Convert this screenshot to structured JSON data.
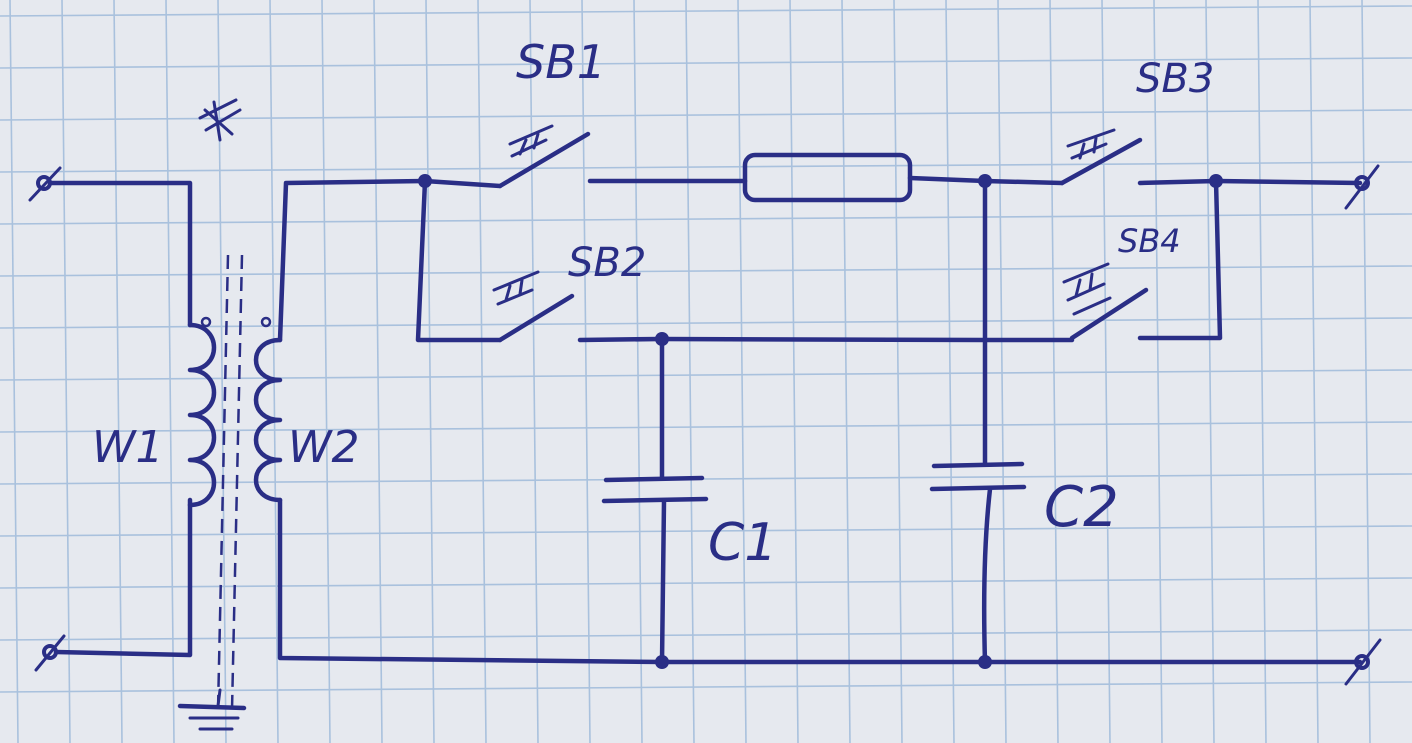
{
  "labels": {
    "sb1": "SB1",
    "sb2": "SB2",
    "sb3": "SB3",
    "sb4": "SB4",
    "w1": "W1",
    "w2": "W2",
    "c1": "C1",
    "c2": "C2"
  },
  "colors": {
    "ink": "#2a2e86",
    "paper": "#e4e8ee",
    "grid": "#a9c1dd"
  },
  "icons": [
    "transformer-icon",
    "pushbutton-switch-icon",
    "resistor-icon",
    "capacitor-icon",
    "ground-icon",
    "terminal-icon"
  ]
}
